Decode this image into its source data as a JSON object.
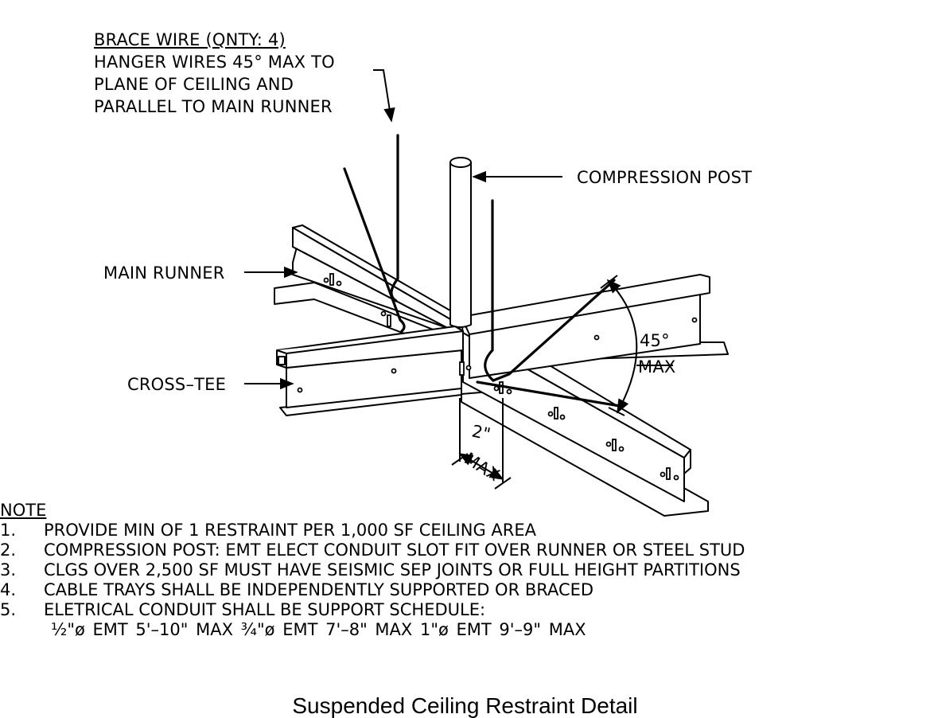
{
  "labels": {
    "brace_title": "BRACE WIRE (QNTY: 4)",
    "brace_lines": [
      "HANGER WIRES 45° MAX TO",
      "PLANE OF CEILING AND",
      "PARALLEL TO MAIN RUNNER"
    ],
    "compression_post": "COMPRESSION POST",
    "main_runner": "MAIN RUNNER",
    "cross_tee": "CROSS–TEE",
    "angle_value": "45°",
    "angle_max": "MAX",
    "gap_value": "2\"",
    "gap_max": "MAX"
  },
  "notes": {
    "heading": "NOTE",
    "items": [
      {
        "num": "1.",
        "text": "PROVIDE MIN OF 1 RESTRAINT PER 1,000 SF CEILING AREA"
      },
      {
        "num": "2.",
        "text": "COMPRESSION POST: EMT ELECT CONDUIT SLOT FIT OVER RUNNER OR STEEL STUD"
      },
      {
        "num": "3.",
        "text": "CLGS OVER 2,500 SF MUST HAVE SEISMIC SEP JOINTS OR FULL HEIGHT PARTITIONS"
      },
      {
        "num": "4.",
        "text": "CABLE TRAYS SHALL BE INDEPENDENTLY SUPPORTED OR BRACED"
      },
      {
        "num": "5.",
        "text": "ELETRICAL CONDUIT SHALL BE SUPPORT SCHEDULE:"
      }
    ],
    "schedule": "½\"ø EMT 5'–10\" MAX   ¾\"ø EMT 7'–8\" MAX   1\"ø EMT 9'–9\" MAX"
  },
  "caption": "Suspended Ceiling Restraint Detail"
}
